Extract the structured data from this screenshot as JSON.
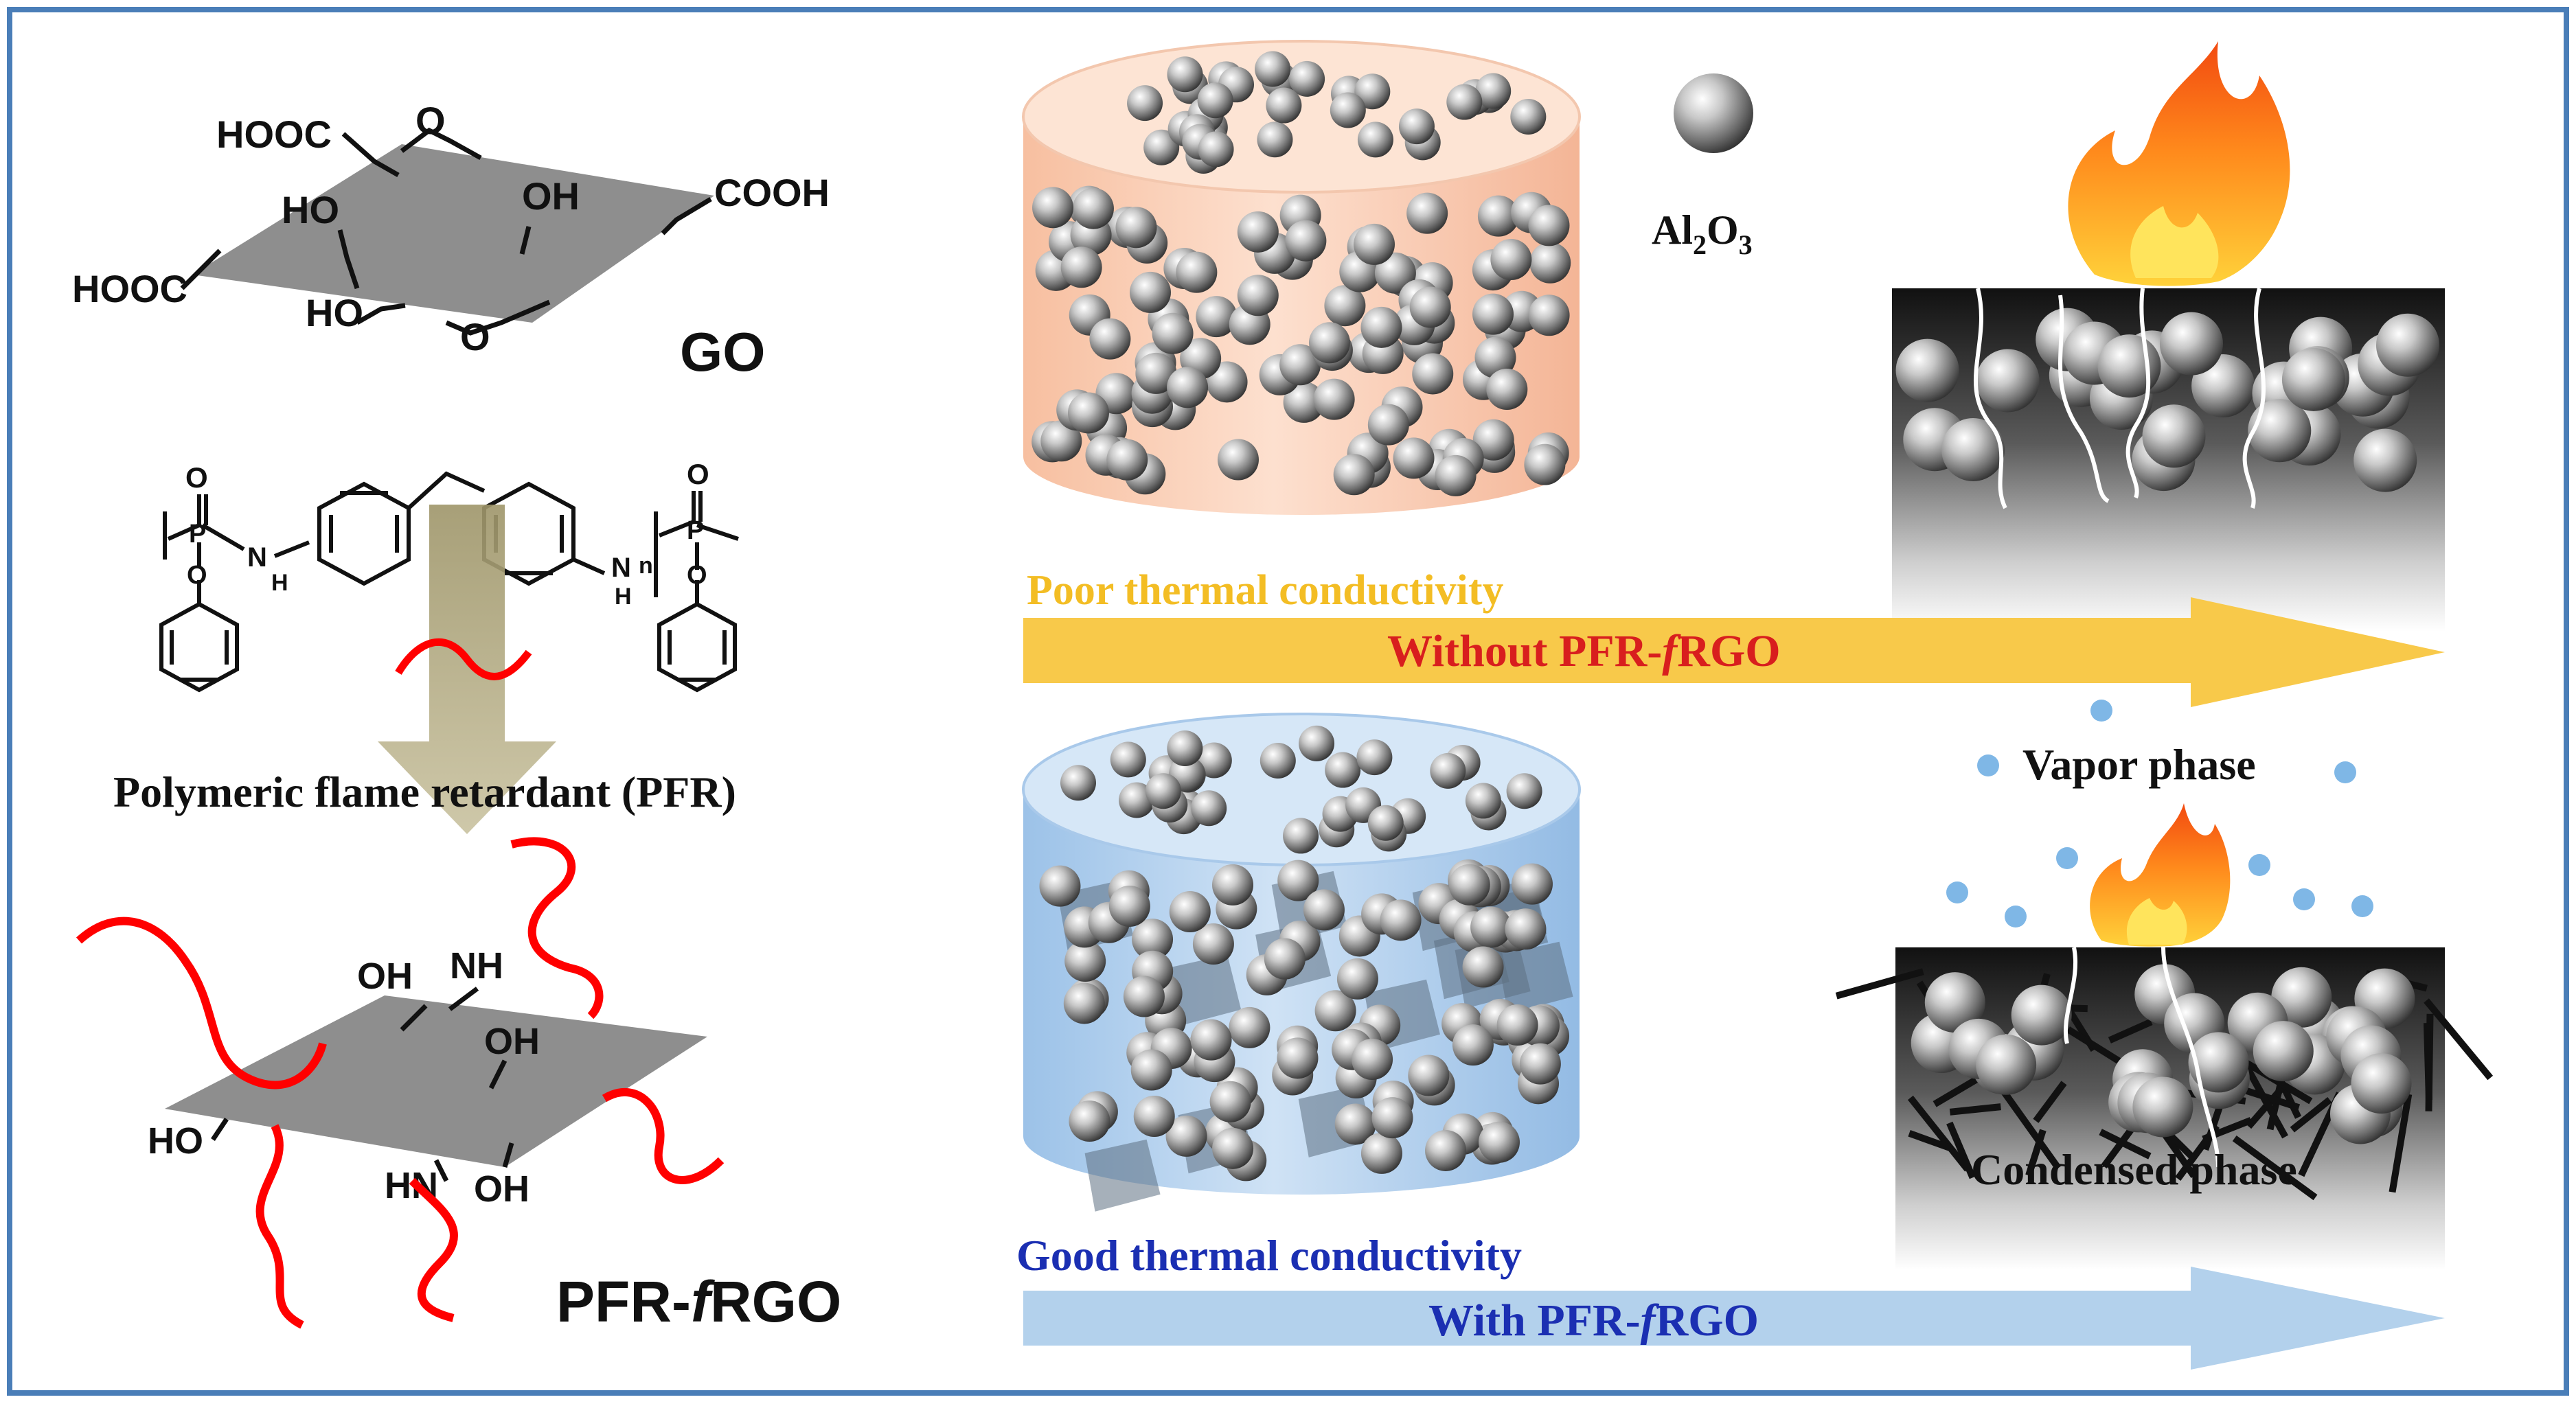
{
  "go_panel": {
    "label": "GO",
    "groups": [
      "HOOC",
      "O",
      "HO",
      "OH",
      "COOH",
      "HOOC",
      "HO",
      "O"
    ]
  },
  "pfr_panel": {
    "caption": "Polymeric flame retardant (PFR)",
    "atoms": [
      "O",
      "P",
      "O",
      "N",
      "H",
      "N",
      "H",
      "n",
      "O",
      "P",
      "O"
    ]
  },
  "pfr_frgo_panel": {
    "label_prefix": "PFR-",
    "label_italic": "f",
    "label_suffix": "RGO",
    "groups": [
      "OH",
      "NH",
      "OH",
      "HO",
      "HN",
      "OH"
    ]
  },
  "legend": {
    "particle_label": "Al",
    "particle_sub1": "2",
    "particle_mid": "O",
    "particle_sub2": "3"
  },
  "top_row": {
    "conductivity_label": "Poor thermal conductivity",
    "arrow_prefix": "Without PFR-",
    "arrow_italic": "f",
    "arrow_suffix": "RGO"
  },
  "bottom_row": {
    "conductivity_label": "Good thermal conductivity",
    "arrow_prefix": "With PFR-",
    "arrow_italic": "f",
    "arrow_suffix": "RGO",
    "vapor_label": "Vapor phase",
    "condensed_label": "Condensed phase"
  },
  "colors": {
    "frame": "#4a7eb8",
    "orange_cylinder": "#fbd2ba",
    "blue_cylinder": "#b7d3ef",
    "yellow_arrow": "#f8c94a",
    "blue_arrow": "#b3d1ec",
    "red_text": "#d81e1e",
    "blue_text": "#1b2fb2",
    "yellow_text": "#f3bd24",
    "polymer_chain": "#ff0000",
    "vapor_dots": "#7fb7e6",
    "down_arrow": "#a39a6c"
  }
}
